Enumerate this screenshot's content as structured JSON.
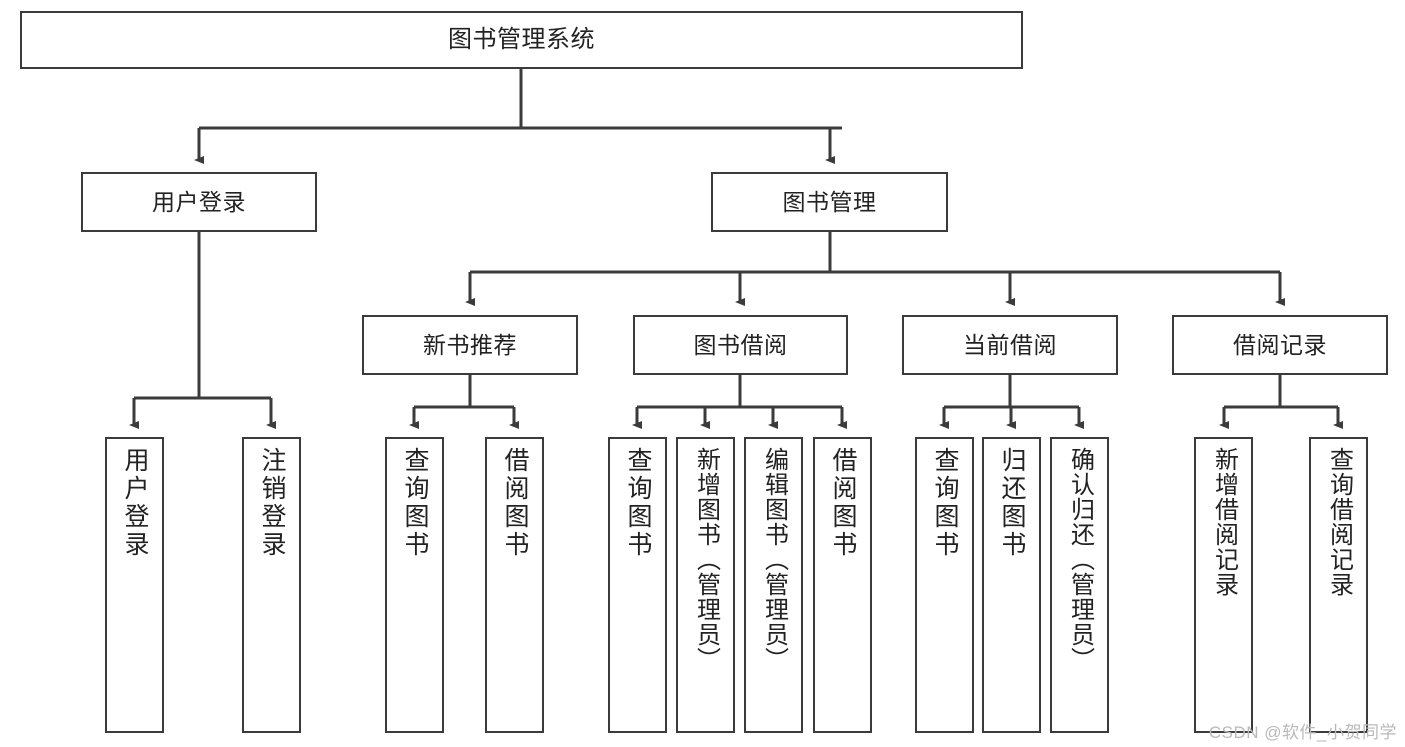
{
  "diagram": {
    "title": "图书管理系统",
    "type": "tree-hierarchy",
    "orientation": "top-down",
    "colors": {
      "box_border": "#3b3b3b",
      "box_fill": "#ffffff",
      "connector": "#3b3b3b",
      "text": "#222222",
      "watermark": "#b9b9b9",
      "background": "#ffffff"
    }
  },
  "root": {
    "label": "图书管理系统"
  },
  "level2": [
    {
      "label": "用户登录"
    },
    {
      "label": "图书管理"
    }
  ],
  "level3": [
    {
      "label": "新书推荐"
    },
    {
      "label": "图书借阅"
    },
    {
      "label": "当前借阅"
    },
    {
      "label": "借阅记录"
    }
  ],
  "leaves": {
    "user_login": [
      {
        "label": "用户登录"
      },
      {
        "label": "注销登录"
      }
    ],
    "new_book_recommend": [
      {
        "label": "查询图书"
      },
      {
        "label": "借阅图书"
      }
    ],
    "book_borrow": [
      {
        "label": "查询图书"
      },
      {
        "label": "新增图书（管理员）"
      },
      {
        "label": "编辑图书（管理员）"
      },
      {
        "label": "借阅图书"
      }
    ],
    "current_borrow": [
      {
        "label": "查询图书"
      },
      {
        "label": "归还图书"
      },
      {
        "label": "确认归还（管理员）"
      }
    ],
    "borrow_record": [
      {
        "label": "新增借阅记录"
      },
      {
        "label": "查询借阅记录"
      }
    ]
  },
  "watermark": {
    "text": "CSDN @软件_小贺同学"
  }
}
